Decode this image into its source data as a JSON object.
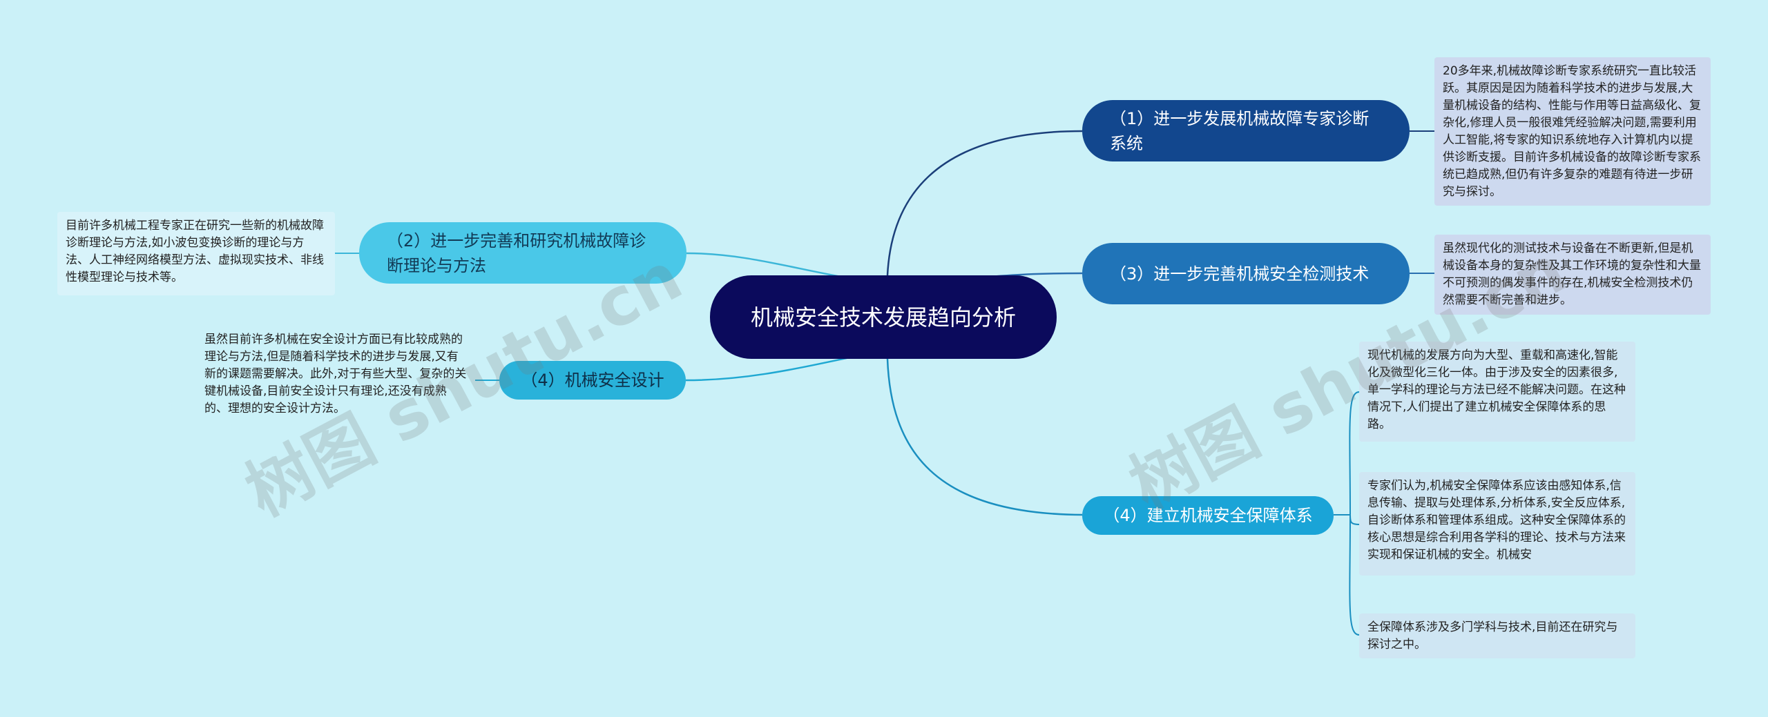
{
  "root": {
    "title": "机械安全技术发展趋向分析"
  },
  "branches": [
    {
      "label": "（1）进一步发展机械故障专家诊断系统"
    },
    {
      "label": "（2）进一步完善和研究机械故障诊断理论与方法"
    },
    {
      "label": "（3）进一步完善机械安全检测技术"
    },
    {
      "label": "（4）机械安全设计"
    },
    {
      "label": "（4）建立机械安全保障体系"
    }
  ],
  "notes": [
    {
      "text": "20多年来,机械故障诊断专家系统研究一直比较活跃。其原因是因为随着科学技术的进步与发展,大量机械设备的结构、性能与作用等日益高级化、复杂化,修理人员一般很难凭经验解决问题,需要利用人工智能,将专家的知识系统地存入计算机内以提供诊断支援。目前许多机械设备的故障诊断专家系统已趋成熟,但仍有许多复杂的难题有待进一步研究与探讨。"
    },
    {
      "text": "目前许多机械工程专家正在研究一些新的机械故障诊断理论与方法,如小波包变换诊断的理论与方法、人工神经网络模型方法、虚拟现实技术、非线性模型理论与技术等。"
    },
    {
      "text": "虽然现代化的测试技术与设备在不断更新,但是机械设备本身的复杂性及其工作环境的复杂性和大量不可预测的偶发事件的存在,机械安全检测技术仍然需要不断完善和进步。"
    },
    {
      "text": "虽然目前许多机械在安全设计方面已有比较成熟的理论与方法,但是随着科学技术的进步与发展,又有新的课题需要解决。此外,对于有些大型、复杂的关键机械设备,目前安全设计只有理论,还没有成熟的、理想的安全设计方法。"
    },
    {
      "text": "现代机械的发展方向为大型、重载和高速化,智能化及微型化三化一体。由于涉及安全的因素很多,单一学科的理论与方法已经不能解决问题。在这种情况下,人们提出了建立机械安全保障体系的思路。"
    },
    {
      "text": "专家们认为,机械安全保障体系应该由感知体系,信息传输、提取与处理体系,分析体系,安全反应体系,自诊断体系和管理体系组成。这种安全保障体系的核心思想是综合利用各学科的理论、技术与方法来实现和保证机械的安全。机械安"
    },
    {
      "text": "全保障体系涉及多门学科与技术,目前还在研究与探讨之中。"
    }
  ],
  "watermark": "树图 shutu.cn",
  "colors": {
    "background": "#cbf1f8",
    "root": "#0b0a5c",
    "branch_dark": "#12478e",
    "branch_mid": "#2074b8",
    "branch_light": "#4ac8e8",
    "connector_dark": "#1b3f7a",
    "connector_light": "#3bb6d8"
  }
}
